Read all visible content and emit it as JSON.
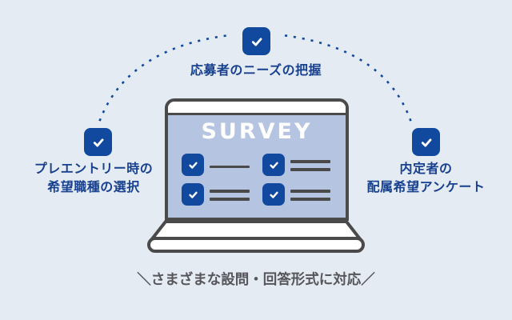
{
  "illustration": {
    "caption": "＼さまざまな設問・回答形式に対応／",
    "laptop": {
      "screen_title": "SURVEY",
      "survey_item_count": 4
    },
    "callouts": {
      "top": {
        "label": "応募者のニーズの把握",
        "icon": "check-icon"
      },
      "left": {
        "label_line1": "プレエントリー時の",
        "label_line2": "希望職種の選択",
        "icon": "check-icon"
      },
      "right": {
        "label_line1": "内定者の",
        "label_line2": "配属希望アンケート",
        "icon": "check-icon"
      }
    },
    "icons": {
      "badge": "check-icon",
      "survey_checkbox": "check-icon"
    },
    "colors": {
      "background": "#e5ebf3",
      "accent_blue": "#11499e",
      "label_blue": "#17418f",
      "screen_blue": "#b5c4e1",
      "outline_gray": "#4a4a4a",
      "caption_gray": "#55555a"
    }
  }
}
